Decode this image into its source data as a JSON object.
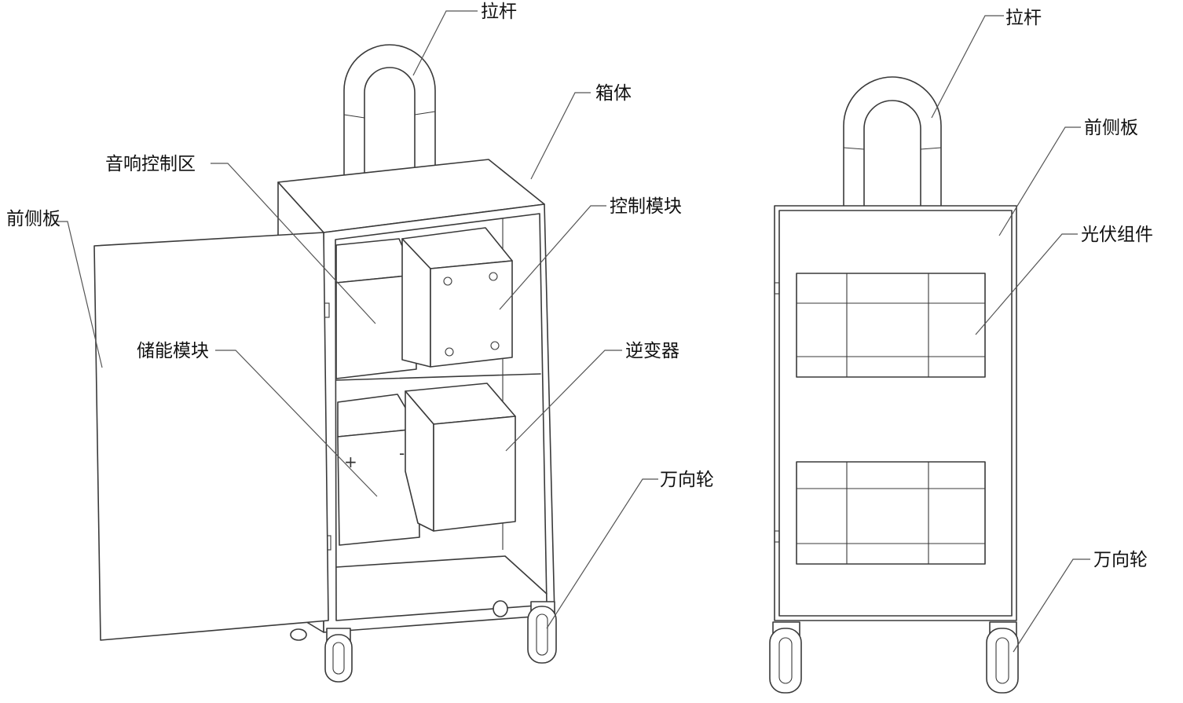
{
  "left_figure": {
    "labels": {
      "handle": "拉杆",
      "cabinet": "箱体",
      "audio_control": "音响控制区",
      "front_panel": "前侧板",
      "control_module": "控制模块",
      "storage_module": "储能模块",
      "inverter": "逆变器",
      "caster": "万向轮"
    },
    "battery_signs": {
      "plus": "+",
      "minus": "-"
    }
  },
  "right_figure": {
    "labels": {
      "handle": "拉杆",
      "front_panel": "前侧板",
      "pv_module": "光伏组件",
      "caster": "万向轮"
    }
  },
  "colors": {
    "stroke": "#3a3a3a",
    "text": "#111111",
    "background": "#ffffff"
  }
}
